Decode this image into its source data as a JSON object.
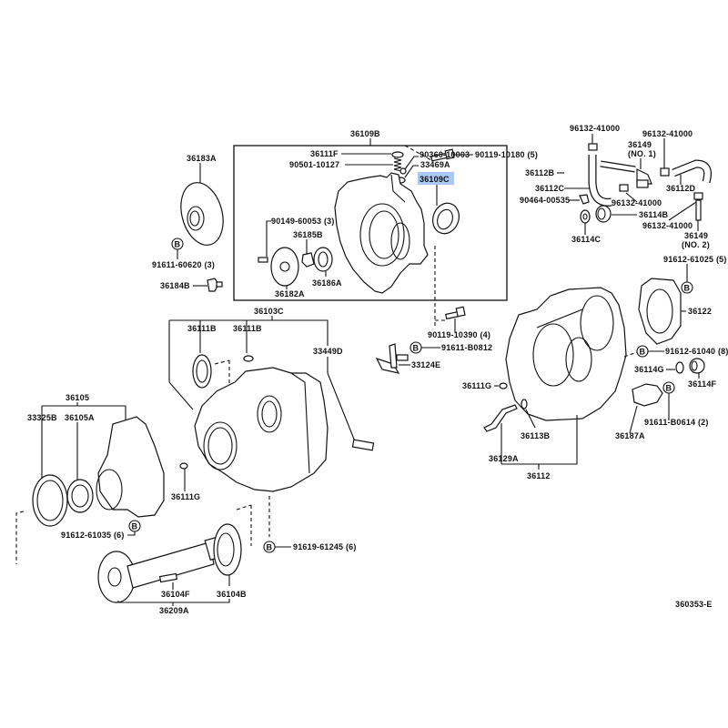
{
  "diagram": {
    "title": "Transfer case / adapter parts diagram",
    "figure_code": "360353-E",
    "highlight_color": "#a9c8f5",
    "circle_marker": "B",
    "labels": {
      "p36183A": "36183A",
      "p36109B": "36109B",
      "p90119_10180": "90119-10180 (5)",
      "p36111F": "36111F",
      "p90501_10127": "90501-10127",
      "p90360_10003": "90360-10003",
      "p33469A": "33469A",
      "p36109C": "36109C",
      "p90149_60053": "90149-60053 (3)",
      "p36185B": "36185B",
      "p36182A": "36182A",
      "p36186A": "36186A",
      "p91611_60620": "91611-60620 (3)",
      "p36184B": "36184B",
      "p96132_a": "96132-41000",
      "p96132_b": "96132-41000",
      "p36149_1": "36149",
      "p36149_1n": "(NO. 1)",
      "p36112B": "36112B",
      "p36112C": "36112C",
      "p36112D": "36112D",
      "p90464": "90464-00535",
      "p96132_c": "96132-41000",
      "p36114B": "36114B",
      "p96132_d": "96132-41000",
      "p36114C": "36114C",
      "p36149_2": "36149",
      "p36149_2n": "(NO. 2)",
      "p91612_61025": "91612-61025 (5)",
      "p36122": "36122",
      "p90119_10390": "90119-10390 (4)",
      "p91611_B0812": "91611-B0812",
      "p33124E": "33124E",
      "p91612_61040": "91612-61040 (8)",
      "p36114G": "36114G",
      "p36114F": "36114F",
      "p36111G_r": "36111G",
      "p36113B": "36113B",
      "p36187A": "36187A",
      "p91611_B0614": "91611-B0614 (2)",
      "p36129A": "36129A",
      "p36112": "36112",
      "p36103C": "36103C",
      "p36111B_a": "36111B",
      "p36111B_b": "36111B",
      "p33449D": "33449D",
      "p36105": "36105",
      "p33325B": "33325B",
      "p36105A": "36105A",
      "p36111G_l": "36111G",
      "p91612_61035": "91612-61035 (6)",
      "p91619_61245": "91619-61245 (6)",
      "p36104F": "36104F",
      "p36104B": "36104B",
      "p36209A": "36209A"
    }
  }
}
